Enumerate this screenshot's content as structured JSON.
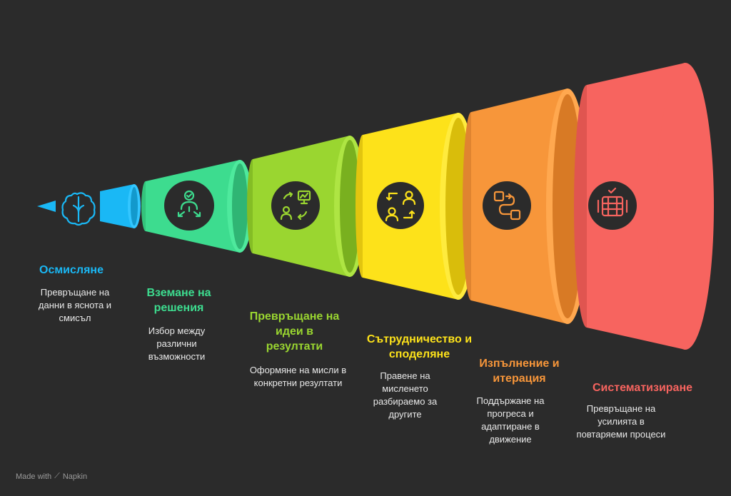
{
  "stages": [
    {
      "title": "Осмисляне",
      "description": "Превръщане на данни в яснота и смисъл",
      "color": "#1ab8f5",
      "icon": "brain-icon"
    },
    {
      "title": "Вземане на решения",
      "description": "Избор между различни възможности",
      "color": "#3ddc8f",
      "icon": "decision-person-arrows-icon"
    },
    {
      "title": "Превръщане на идеи в резултати",
      "description": "Оформяне на мисли в конкретни резултати",
      "color": "#9ad630",
      "icon": "idea-to-result-icon"
    },
    {
      "title": "Сътрудничество и споделяне",
      "description": "Правене на мисленето разбираемо за другите",
      "color": "#fde21a",
      "icon": "people-exchange-icon"
    },
    {
      "title": "Изпълнение и итерация",
      "description": "Поддържане на прогреса и адаптиране в движение",
      "color": "#f7963a",
      "icon": "workflow-loop-icon"
    },
    {
      "title": "Систематизиране",
      "description": "Превръщане на усилията в повтаряеми процеси",
      "color": "#f7645f",
      "icon": "server-rack-check-icon"
    }
  ],
  "footer": {
    "made_with": "Made with",
    "brand": "Napkin"
  }
}
